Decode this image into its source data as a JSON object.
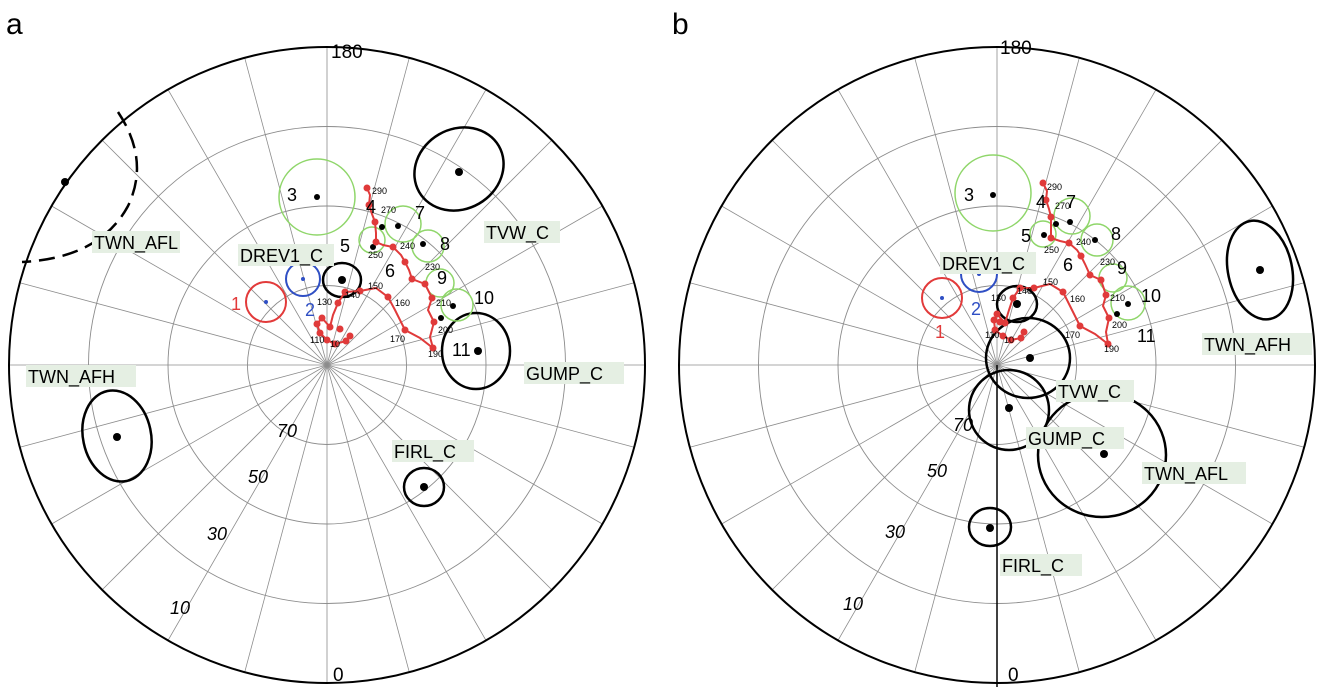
{
  "colors": {
    "grid": "#8c8c8c",
    "outer": "#000000",
    "path": "#e03a3a",
    "green": "#8fd66a",
    "blue": "#2f4fc4",
    "red": "#e23a3a",
    "label_bg": "#e5efe3"
  },
  "panels": [
    {
      "letter": "a",
      "top_label": "180",
      "bottom_label": "0",
      "ring_labels": [
        "70",
        "50",
        "30",
        "10"
      ],
      "site_labels": [
        "TWN_AFL",
        "TVW_C",
        "DREV1_C",
        "TWN_AFH",
        "GUMP_C",
        "FIRL_C"
      ],
      "numbers": [
        "1",
        "2",
        "3",
        "4",
        "5",
        "6",
        "7",
        "8",
        "9",
        "10",
        "11"
      ],
      "age_labels": [
        "290",
        "270",
        "250",
        "240",
        "230",
        "210",
        "200",
        "190",
        "170",
        "160",
        "150",
        "140",
        "130",
        "110",
        "10"
      ]
    },
    {
      "letter": "b",
      "top_label": "180",
      "bottom_label": "0",
      "ring_labels": [
        "70",
        "50",
        "30",
        "10"
      ],
      "site_labels": [
        "DREV1_C",
        "TWN_AFH",
        "TVW_C",
        "GUMP_C",
        "TWN_AFL",
        "FIRL_C"
      ],
      "numbers": [
        "1",
        "2",
        "3",
        "4",
        "5",
        "6",
        "7",
        "8",
        "9",
        "10",
        "11"
      ],
      "age_labels": [
        "290",
        "270",
        "250",
        "240",
        "230",
        "210",
        "200",
        "190",
        "170",
        "160",
        "150",
        "140",
        "130",
        "110",
        "10"
      ]
    }
  ]
}
